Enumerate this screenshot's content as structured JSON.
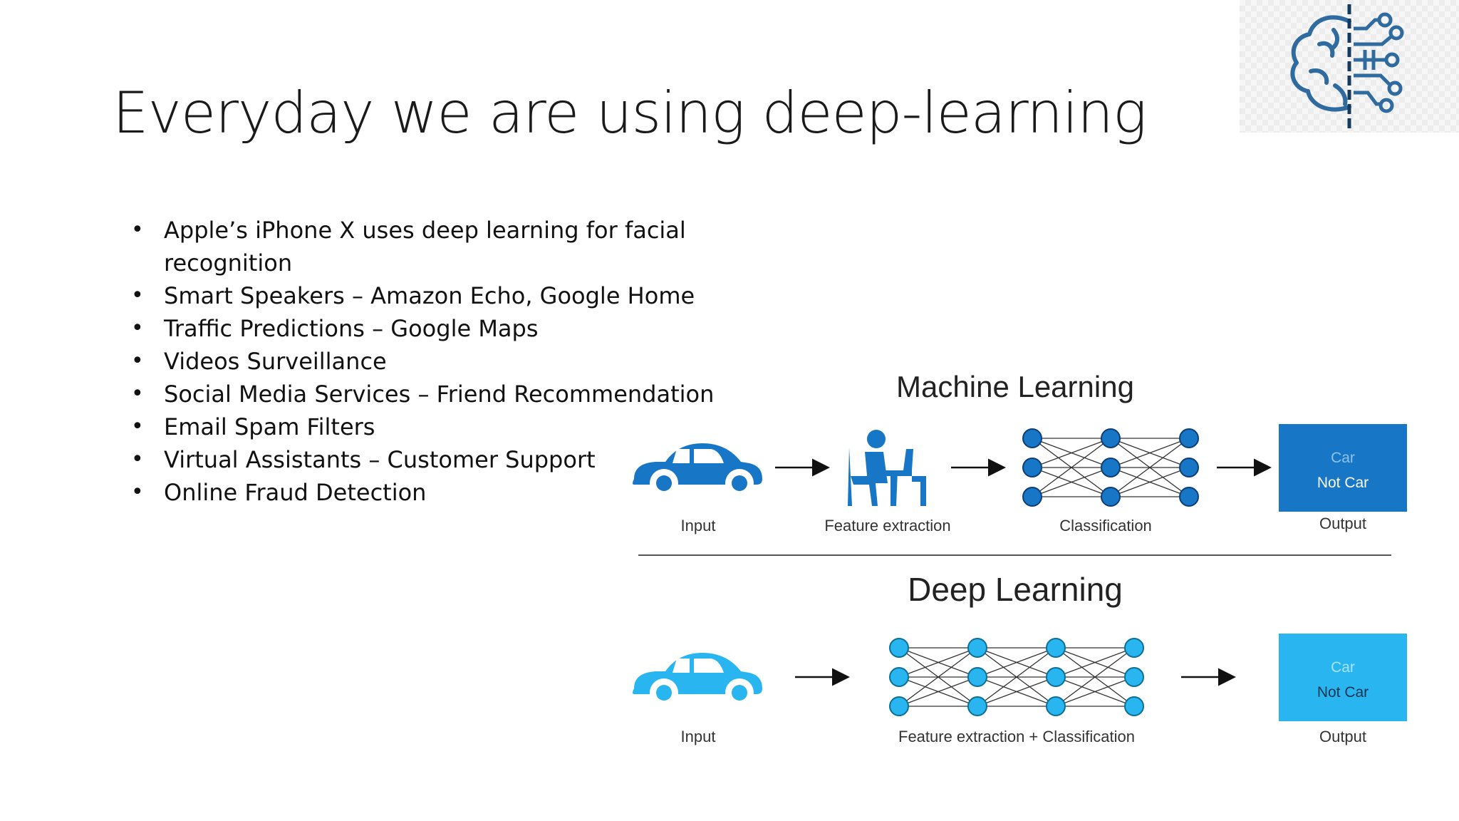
{
  "slide": {
    "title": "Everyday we are using deep-learning",
    "bullets": [
      "Apple’s iPhone X uses deep learning for facial recognition",
      "Smart Speakers – Amazon Echo, Google Home",
      "Traffic Predictions – Google Maps",
      "Videos Surveillance",
      "Social Media Services – Friend Recommendation",
      "Email Spam Filters",
      "Virtual Assistants – Customer Support",
      "Online Fraud Detection"
    ],
    "logo_icon": "brain-circuit-icon"
  },
  "diagram": {
    "ml": {
      "title": "Machine Learning",
      "input_label": "Input",
      "feature_label": "Feature extraction",
      "class_label": "Classification",
      "output_label": "Output",
      "output_car": "Car",
      "output_not_car": "Not Car",
      "color": "#1876c7"
    },
    "dl": {
      "title": "Deep Learning",
      "input_label": "Input",
      "combined_label": "Feature extraction + Classification",
      "output_label": "Output",
      "output_car": "Car",
      "output_not_car": "Not Car",
      "color": "#29b6f0"
    }
  }
}
